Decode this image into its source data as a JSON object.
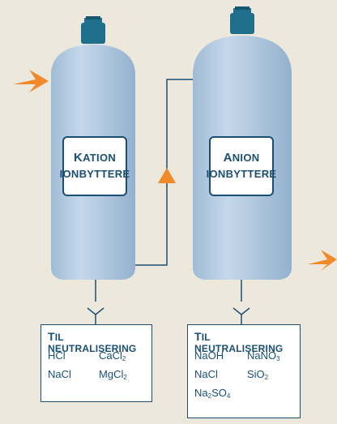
{
  "colors": {
    "background": "#ede8dc",
    "tank": "#a9c3dc",
    "tank_highlight": "#c4d7ea",
    "valve": "#1f6e8c",
    "pipe": "#1a4f72",
    "arrow": "#f08a2a",
    "text": "#1a4f72"
  },
  "cation_tank": {
    "label_cap": "K",
    "label_rest": "ATION",
    "label_line2": "IONBYTTERE"
  },
  "anion_tank": {
    "label_cap": "A",
    "label_rest": "NION",
    "label_line2": "IONBYTTERE"
  },
  "left_output": {
    "title_cap": "T",
    "title_rest": "IL NEUTRALISERING",
    "items": [
      {
        "formula": "HCl",
        "base": "HCl",
        "sub": "",
        "tail": ""
      },
      {
        "formula": "CaCl2",
        "base": "CaCl",
        "sub": "2",
        "tail": ""
      },
      {
        "formula": "NaCl",
        "base": "NaCl",
        "sub": "",
        "tail": ""
      },
      {
        "formula": "MgCl2",
        "base": "MgCl",
        "sub": "2",
        "tail": ""
      }
    ]
  },
  "right_output": {
    "title_cap": "T",
    "title_rest": "IL NEUTRALISERING",
    "items": [
      {
        "formula": "NaOH",
        "base": "NaOH",
        "sub": "",
        "tail": ""
      },
      {
        "formula": "NaNO3",
        "base": "NaNO",
        "sub": "3",
        "tail": ""
      },
      {
        "formula": "NaCl",
        "base": "NaCl",
        "sub": "",
        "tail": ""
      },
      {
        "formula": "SiO2",
        "base": "SiO",
        "sub": "2",
        "tail": ""
      },
      {
        "formula": "Na2SO4",
        "base": "Na",
        "sub": "2",
        "tail": "SO",
        "sub2": "4"
      }
    ]
  },
  "flow_arrows": {
    "inlet_icon": "orange-arrow-right-icon",
    "transfer_icon": "orange-arrow-up-icon",
    "outlet_icon": "orange-arrow-right-icon"
  }
}
